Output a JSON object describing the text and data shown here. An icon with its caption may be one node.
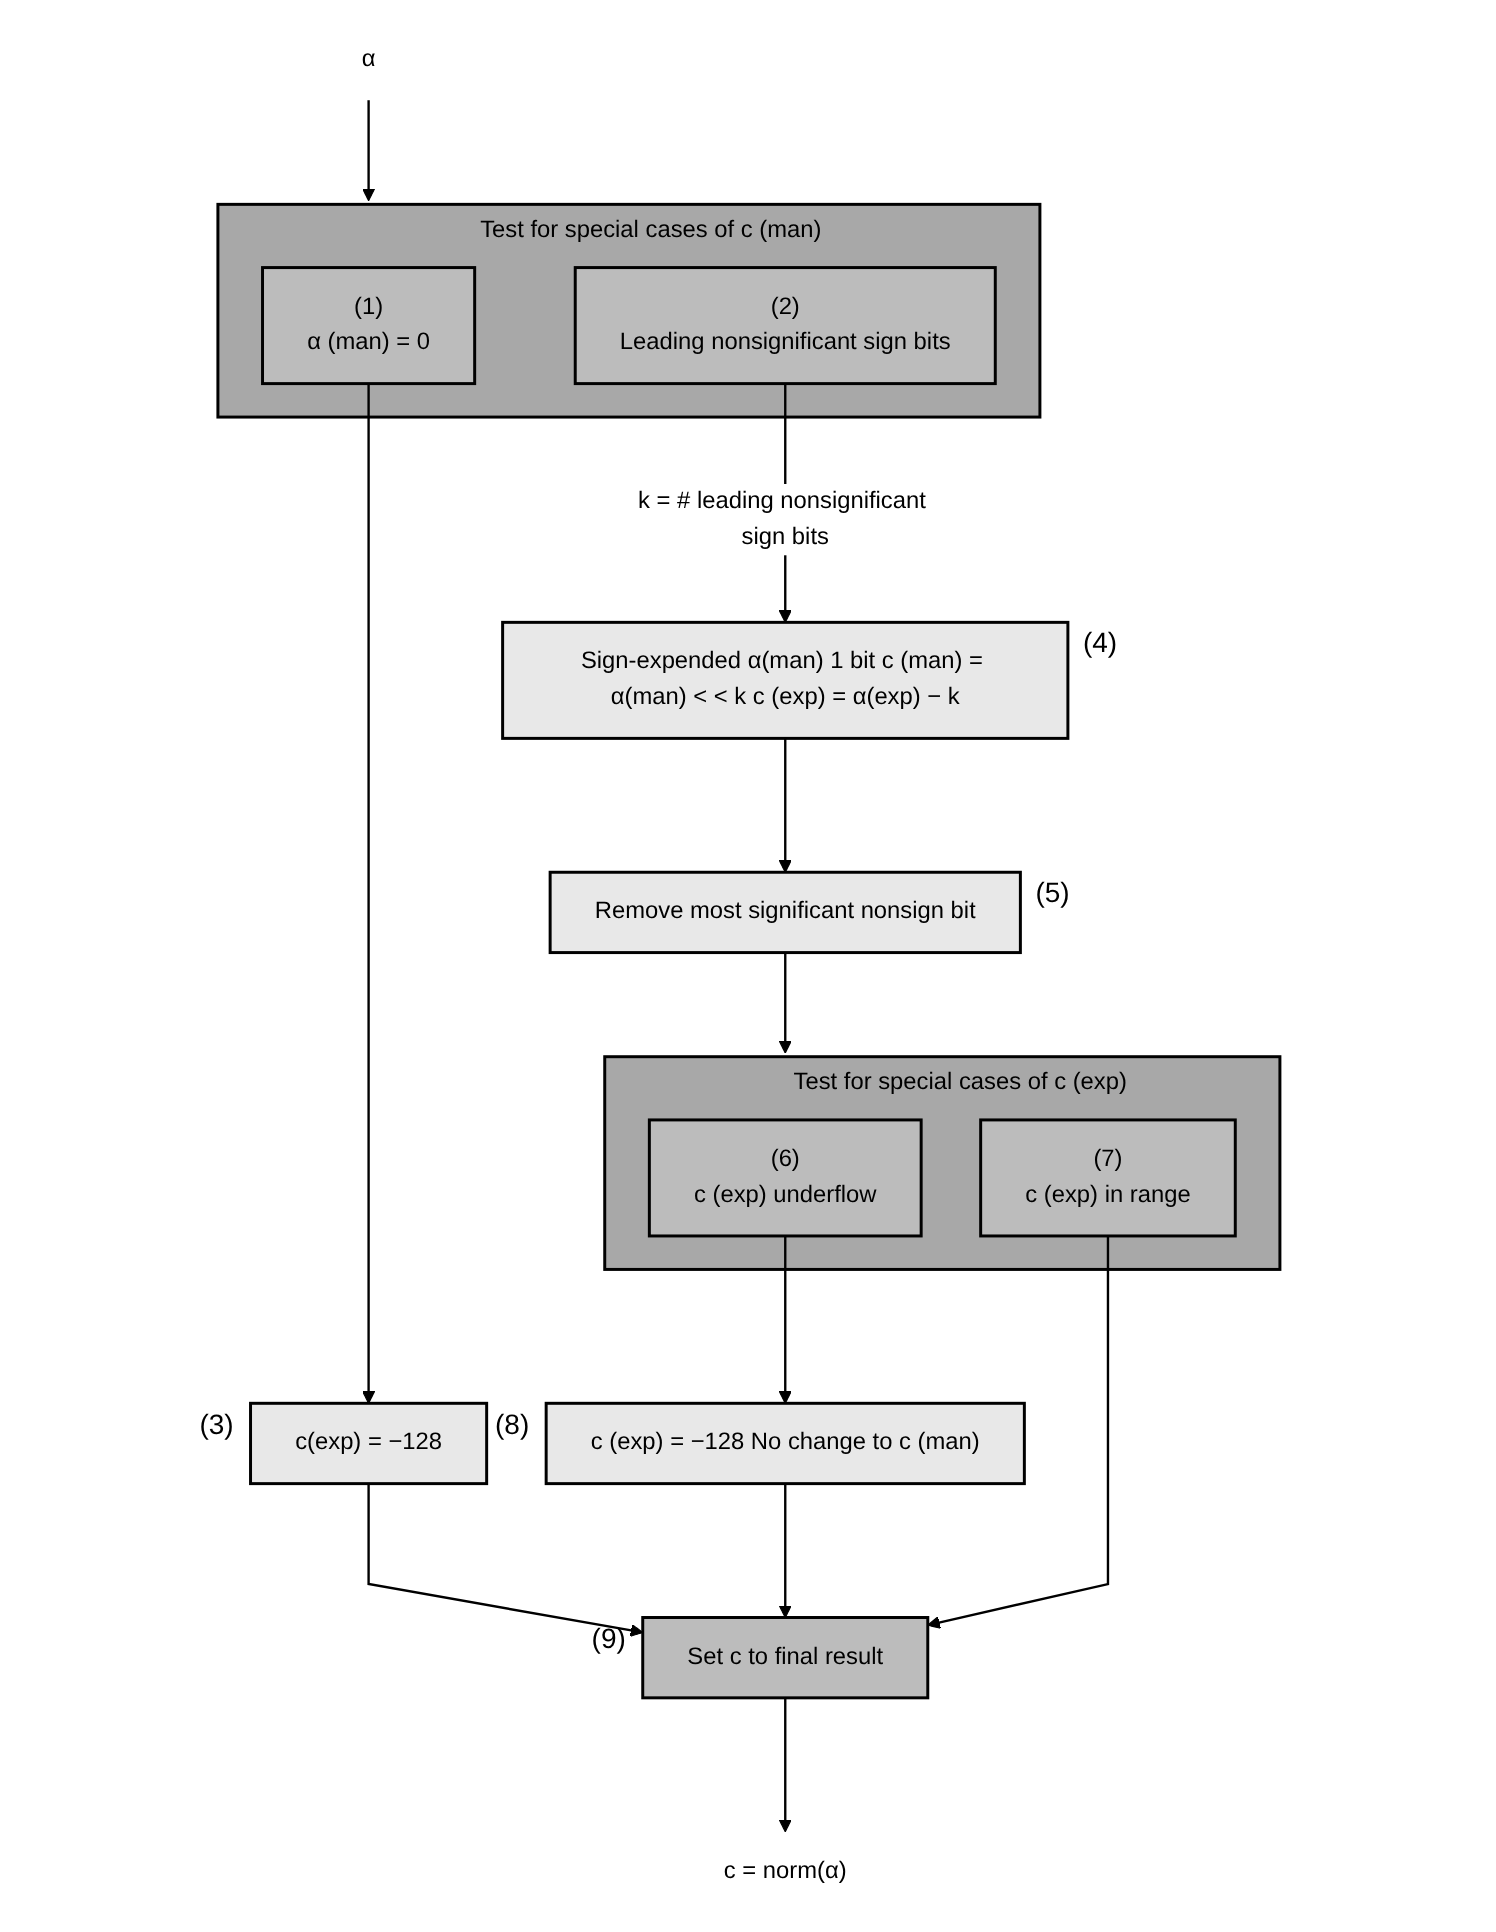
{
  "diagram": {
    "nodes": [
      {
        "text": [
          "α"
        ]
      },
      {
        "text": [
          "Test for special cases of c (man)"
        ]
      },
      {
        "text": [
          "(1)",
          "α (man) = 0"
        ],
        "in": 1
      },
      {
        "text": [
          "(2)",
          "Leading nonsignificant sign bits"
        ],
        "in": 1
      },
      {
        "text": [
          "c(exp) = −128"
        ],
        "beside": [
          "(3)"
        ]
      },
      {
        "text": [
          "Sign-expended α(man) 1 bit c (man) = α(man) < < k c (exp) = α(exp) − k"
        ],
        "beside": [
          "(4)"
        ]
      },
      {
        "text": [
          "Remove most significant nonsign bit"
        ],
        "beside": [
          "(5)"
        ]
      },
      {
        "text": [
          "Test for special cases of c (exp)"
        ]
      },
      {
        "text": [
          "(6)",
          "c (exp) underflow"
        ],
        "in": 7
      },
      {
        "text": [
          "(7)",
          "c (exp) in range"
        ],
        "in": 7
      },
      {
        "text": [
          "c (exp) = −128 No change to c (man)"
        ],
        "beside": [
          "(8)"
        ]
      },
      {
        "text": [
          "Set c to final result"
        ],
        "beside": [
          "(9)"
        ]
      },
      {
        "text": [
          "c = norm(α)"
        ]
      }
    ],
    "edges": [
      {
        "from": 0,
        "to": 1,
        "arrow": "to"
      },
      {
        "from": 2,
        "to": 4,
        "arrow": "to"
      },
      {
        "from": 3,
        "to": 5,
        "arrow": "to",
        "label": "k = # leading nonsignificant sign bits"
      },
      {
        "from": 5,
        "to": 6,
        "arrow": "to"
      },
      {
        "from": 6,
        "to": 7,
        "arrow": "to"
      },
      {
        "from": 8,
        "to": 10,
        "arrow": "to"
      },
      {
        "from": 4,
        "to": 11,
        "arrow": "to"
      },
      {
        "from": 10,
        "to": 11,
        "arrow": "to"
      },
      {
        "from": 9,
        "to": 11,
        "arrow": "to"
      },
      {
        "from": 11,
        "to": 12,
        "arrow": "to"
      }
    ]
  }
}
